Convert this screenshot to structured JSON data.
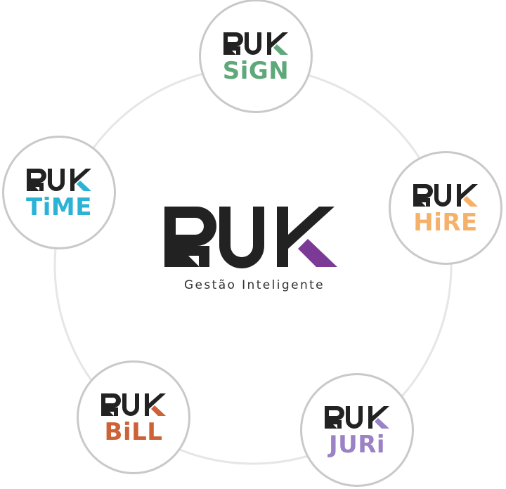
{
  "brand": {
    "name": "RUK",
    "tagline": "Gestão Inteligente",
    "accent_color": "#7b3a96",
    "text_color": "#222222",
    "ring_color": "#e6e6e6",
    "node_border_color": "#c9c9c9"
  },
  "products": [
    {
      "id": "sign",
      "prefix": "RUK",
      "suffix": "SiGN",
      "color": "#5fa87a"
    },
    {
      "id": "hire",
      "prefix": "RUK",
      "suffix": "HiRE",
      "color": "#f5b06a"
    },
    {
      "id": "juri",
      "prefix": "RUK",
      "suffix": "JURi",
      "color": "#9b82c4"
    },
    {
      "id": "bill",
      "prefix": "RUK",
      "suffix": "BiLL",
      "color": "#cd6236"
    },
    {
      "id": "time",
      "prefix": "RUK",
      "suffix": "TiME",
      "color": "#2bb3d6"
    }
  ]
}
